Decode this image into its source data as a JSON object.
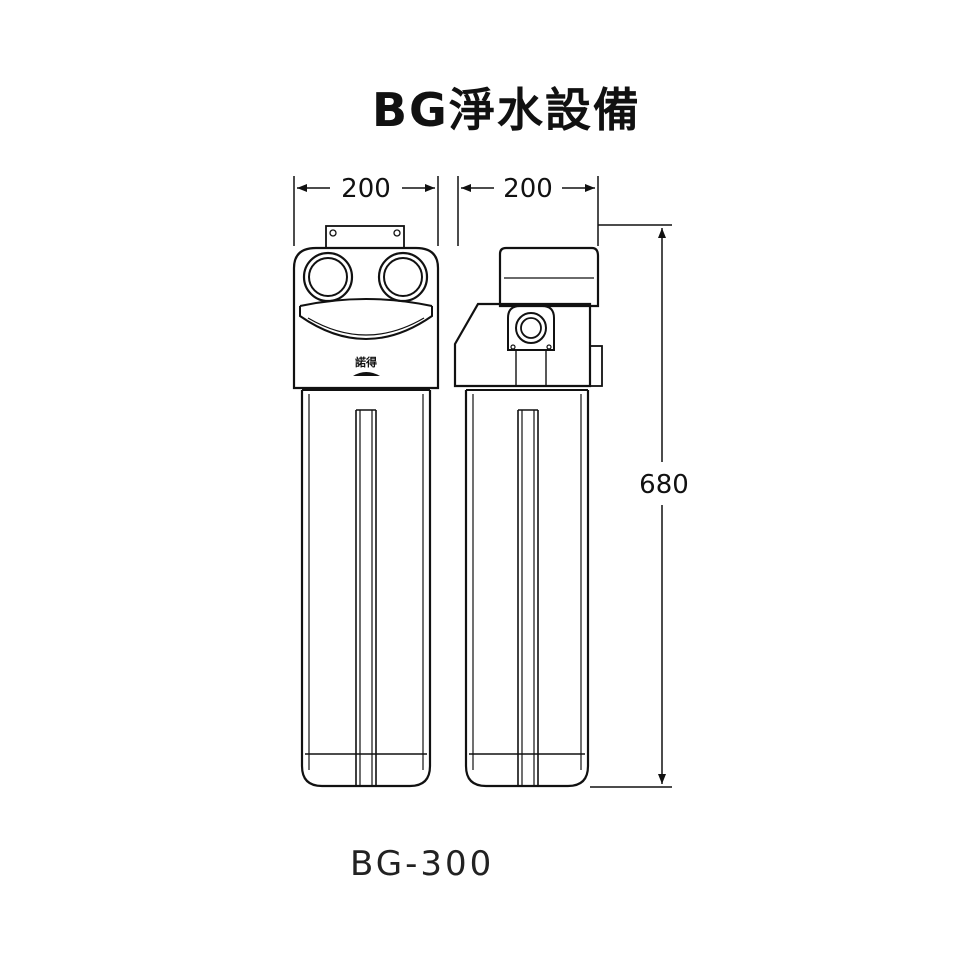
{
  "title": "BG淨水設備",
  "model": "BG-300",
  "dimensions": {
    "front_width": "200",
    "side_width": "200",
    "height": "680"
  },
  "brand_mark": "諾得",
  "colors": {
    "line": "#111111",
    "background": "#ffffff"
  }
}
